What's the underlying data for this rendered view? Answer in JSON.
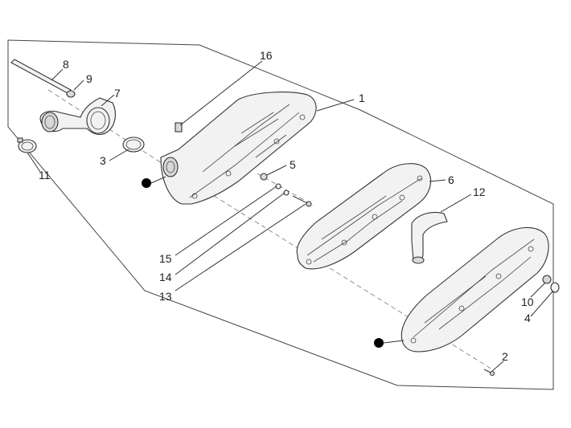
{
  "callouts": [
    {
      "id": "c1",
      "text": "1"
    },
    {
      "id": "c2",
      "text": "2"
    },
    {
      "id": "c3",
      "text": "3"
    },
    {
      "id": "c4",
      "text": "4"
    },
    {
      "id": "c5",
      "text": "5"
    },
    {
      "id": "c6",
      "text": "6"
    },
    {
      "id": "c7",
      "text": "7"
    },
    {
      "id": "c8",
      "text": "8"
    },
    {
      "id": "c9",
      "text": "9"
    },
    {
      "id": "c10",
      "text": "10"
    },
    {
      "id": "c11",
      "text": "11"
    },
    {
      "id": "c12",
      "text": "12"
    },
    {
      "id": "c13",
      "text": "13"
    },
    {
      "id": "c14",
      "text": "14"
    },
    {
      "id": "c15",
      "text": "15"
    },
    {
      "id": "c16",
      "text": "16"
    }
  ],
  "colors": {
    "line": "#333333",
    "marker": "#000000",
    "background": "#ffffff"
  }
}
